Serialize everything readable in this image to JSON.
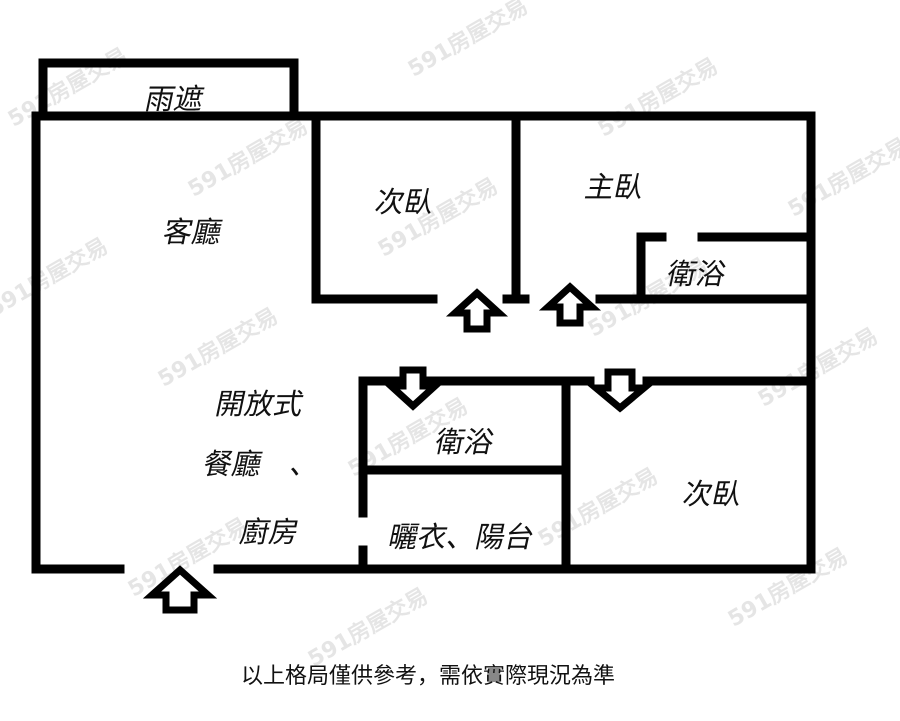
{
  "rooms": {
    "canopy": "雨遮",
    "living_room": "客廳",
    "bedroom_top": "次臥",
    "master_bedroom": "主臥",
    "master_bath": "衛浴",
    "open_1": "開放式",
    "open_2": "餐廳　、",
    "open_3": "廚房",
    "bath": "衛浴",
    "balcony": "曬衣、陽台",
    "bedroom_bottom": "次臥"
  },
  "caption": "以上格局僅供參考，需依實際現況為準",
  "watermark": "591房屋交易",
  "colors": {
    "wall": "#000000",
    "background": "#ffffff"
  }
}
